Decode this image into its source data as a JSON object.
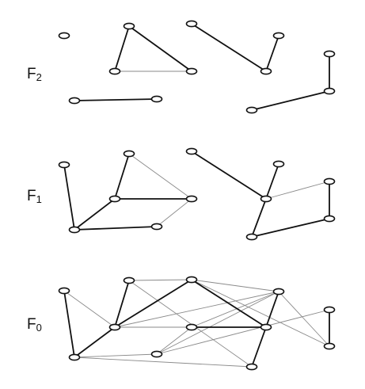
{
  "levels": [
    {
      "id": "F2",
      "label": "F",
      "subscript": "2",
      "nodes": [
        {
          "id": "a"
        },
        {
          "id": "b"
        },
        {
          "id": "c"
        },
        {
          "id": "d"
        },
        {
          "id": "e"
        },
        {
          "id": "f"
        },
        {
          "id": "g"
        },
        {
          "id": "h"
        },
        {
          "id": "i"
        },
        {
          "id": "j"
        },
        {
          "id": "k"
        },
        {
          "id": "l"
        }
      ],
      "edges": [
        {
          "from": "b",
          "to": "c",
          "weight": "thick"
        },
        {
          "from": "c",
          "to": "d",
          "weight": "thick"
        },
        {
          "from": "b",
          "to": "d",
          "weight": "thin"
        },
        {
          "from": "e",
          "to": "f",
          "weight": "thick"
        },
        {
          "from": "g",
          "to": "f",
          "weight": "thick"
        },
        {
          "from": "h",
          "to": "i",
          "weight": "thick"
        },
        {
          "from": "j",
          "to": "k",
          "weight": "thick"
        },
        {
          "from": "l",
          "to": "k",
          "weight": "thick"
        }
      ]
    },
    {
      "id": "F1",
      "label": "F",
      "subscript": "1",
      "nodes": [
        {
          "id": "a"
        },
        {
          "id": "b"
        },
        {
          "id": "c"
        },
        {
          "id": "d"
        },
        {
          "id": "e"
        },
        {
          "id": "f"
        },
        {
          "id": "g"
        },
        {
          "id": "h"
        },
        {
          "id": "i"
        },
        {
          "id": "j"
        },
        {
          "id": "k"
        },
        {
          "id": "l"
        }
      ],
      "edges": [
        {
          "from": "a",
          "to": "i",
          "weight": "thick"
        },
        {
          "from": "b",
          "to": "c",
          "weight": "thick"
        },
        {
          "from": "b",
          "to": "d",
          "weight": "thin"
        },
        {
          "from": "c",
          "to": "d",
          "weight": "thick"
        },
        {
          "from": "c",
          "to": "i",
          "weight": "thick"
        },
        {
          "from": "i",
          "to": "h",
          "weight": "thick"
        },
        {
          "from": "h",
          "to": "d",
          "weight": "thin"
        },
        {
          "from": "e",
          "to": "f",
          "weight": "thick"
        },
        {
          "from": "g",
          "to": "f",
          "weight": "thick"
        },
        {
          "from": "f",
          "to": "j",
          "weight": "thick"
        },
        {
          "from": "f",
          "to": "l",
          "weight": "thin"
        },
        {
          "from": "l",
          "to": "k",
          "weight": "thick"
        },
        {
          "from": "j",
          "to": "k",
          "weight": "thick"
        }
      ]
    },
    {
      "id": "F0",
      "label": "F",
      "subscript": "0",
      "nodes": [
        {
          "id": "a"
        },
        {
          "id": "b"
        },
        {
          "id": "c"
        },
        {
          "id": "d"
        },
        {
          "id": "e"
        },
        {
          "id": "f"
        },
        {
          "id": "g"
        },
        {
          "id": "h"
        },
        {
          "id": "i"
        },
        {
          "id": "j"
        },
        {
          "id": "k"
        },
        {
          "id": "l"
        }
      ],
      "edges": [
        {
          "from": "a",
          "to": "i",
          "weight": "thick"
        },
        {
          "from": "a",
          "to": "c",
          "weight": "thin"
        },
        {
          "from": "b",
          "to": "c",
          "weight": "thick"
        },
        {
          "from": "c",
          "to": "d",
          "weight": "thick"
        },
        {
          "from": "d",
          "to": "f",
          "weight": "thick"
        },
        {
          "from": "c",
          "to": "i",
          "weight": "thick"
        },
        {
          "from": "i",
          "to": "h",
          "weight": "thin"
        },
        {
          "from": "i",
          "to": "j",
          "weight": "thin"
        },
        {
          "from": "e",
          "to": "f",
          "weight": "thick"
        },
        {
          "from": "e",
          "to": "g",
          "weight": "thin"
        },
        {
          "from": "c",
          "to": "e",
          "weight": "thin"
        },
        {
          "from": "e",
          "to": "h",
          "weight": "thin"
        },
        {
          "from": "b",
          "to": "d",
          "weight": "thin"
        },
        {
          "from": "b",
          "to": "j",
          "weight": "thin"
        },
        {
          "from": "c",
          "to": "g",
          "weight": "thin"
        },
        {
          "from": "h",
          "to": "g",
          "weight": "thin"
        },
        {
          "from": "h",
          "to": "l",
          "weight": "thin"
        },
        {
          "from": "d",
          "to": "g",
          "weight": "thin"
        },
        {
          "from": "g",
          "to": "f",
          "weight": "thick"
        },
        {
          "from": "f",
          "to": "j",
          "weight": "thick"
        },
        {
          "from": "d",
          "to": "k",
          "weight": "thin"
        },
        {
          "from": "g",
          "to": "k",
          "weight": "thin"
        },
        {
          "from": "l",
          "to": "k",
          "weight": "thick"
        }
      ]
    }
  ],
  "colors": {
    "node_fill": "#ffffff",
    "node_stroke": "#111111",
    "thick_edge": "#111111",
    "thin_edge": "#8a8a8a",
    "label": "#111111"
  }
}
